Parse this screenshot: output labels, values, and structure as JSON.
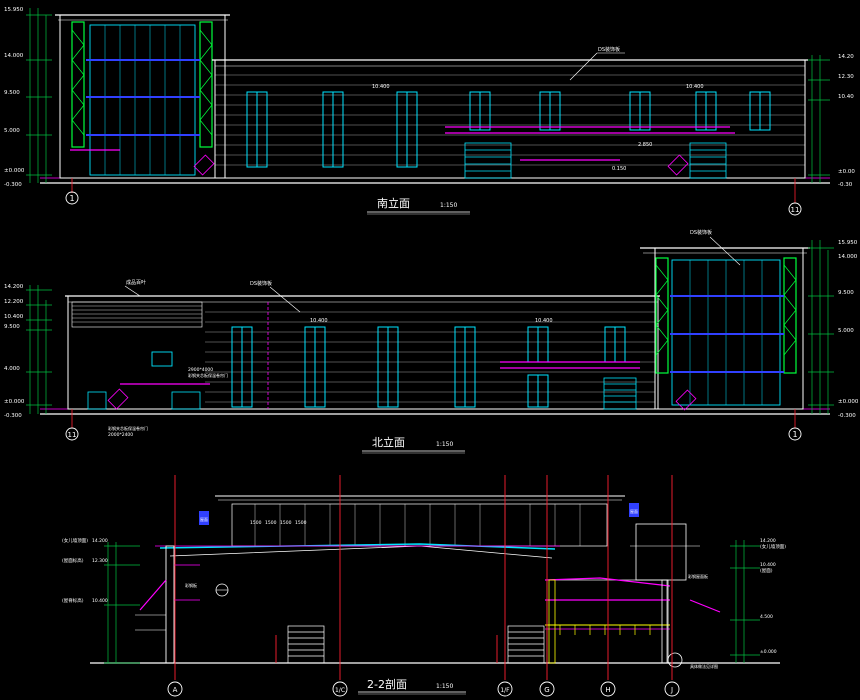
{
  "colors": {
    "background": "#000000",
    "outline": "#ffffff",
    "window": "#00e5ff",
    "stair": "#00ff3c",
    "band": "#ff00ff",
    "level_blue": "#3040ff",
    "grid_red": "#ff2030",
    "dim_green": "#00c040",
    "text_white": "#ffffff",
    "text_yellow": "#ffff00"
  },
  "south_elevation": {
    "title": "南立面",
    "scale": "1:150",
    "grid_left": "1",
    "grid_right": "11",
    "left_levels": [
      "15.950",
      "14.000",
      "9.500",
      "5.000",
      "±0.000",
      "-0.300"
    ],
    "right_levels": [
      "14.20",
      "12.30",
      "10.40",
      "±0.00",
      "-0.30"
    ],
    "callout_roof": "DS装饰板",
    "mid_levels": [
      "10.400",
      "10.400"
    ],
    "small_levels": [
      "2.850",
      "0.150"
    ]
  },
  "north_elevation": {
    "title": "北立面",
    "scale": "1:150",
    "grid_left": "11",
    "grid_right": "1",
    "left_levels": [
      "14.200",
      "12.200",
      "10.400",
      "9.500",
      "4.000",
      "±0.000",
      "-0.300"
    ],
    "right_levels": [
      "15.950",
      "14.000",
      "9.500",
      "5.000",
      "±0.000",
      "-0.300"
    ],
    "callout_a": "成品百叶",
    "callout_b": "DS装饰板",
    "callout_c": "DS装饰板",
    "mid_levels": [
      "10.400",
      "10.400"
    ],
    "note_1": "2900*4000",
    "note_2": "2000*2400",
    "note_text_1": "彩钢夹芯板保温卷帘门",
    "note_text_2": "彩钢夹芯板保温卷帘门"
  },
  "section_22": {
    "title": "2-2剖面",
    "scale": "1:150",
    "grid_labels": [
      "A",
      "1/C",
      "1/F",
      "G",
      "H",
      "J"
    ],
    "left_levels": [
      "14.200",
      "12.300",
      "10.400"
    ],
    "left_level_notes": [
      "(女儿墙顶面)",
      "(屋面标高)",
      "(屋脊标高)"
    ],
    "right_levels": [
      "14.200",
      "10.400",
      "4.500",
      "±0.000"
    ],
    "right_level_notes": [
      "(女儿墙顶面)",
      "(屋面)"
    ],
    "dim_labels": [
      "1500",
      "1500",
      "1500",
      "1500"
    ],
    "tag_left": "屋面",
    "tag_right": "屋面",
    "callout_1": "彩钢板",
    "callout_2": "彩钢屋面板",
    "callout_3": "具体做法见详图"
  }
}
